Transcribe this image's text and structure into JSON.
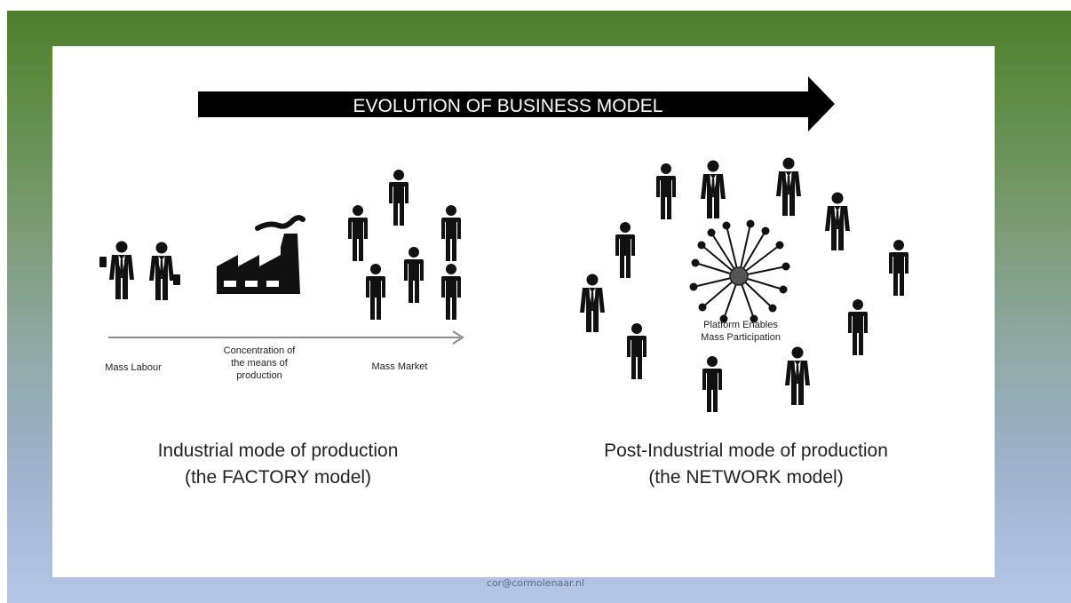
{
  "banner": {
    "title": "EVOLUTION OF BUSINESS MODEL"
  },
  "industrial": {
    "labels": {
      "mass_labour": "Mass Labour",
      "concentration_line1": "Concentration of",
      "concentration_line2": "the means of",
      "concentration_line3": "production",
      "mass_market": "Mass Market"
    },
    "caption_line1": "Industrial mode of production",
    "caption_line2": "(the FACTORY model)"
  },
  "network": {
    "platform_line1": "Platform Enables",
    "platform_line2": "Mass Participation",
    "caption_line1": "Post-Industrial mode of production",
    "caption_line2": "(the NETWORK model)"
  },
  "footer": {
    "email": "cor@cormolenaar.nl"
  },
  "colors": {
    "header_green": "#4e7d2d",
    "footer_blue": "#b6c6e6",
    "ink": "#111111"
  },
  "icons": [
    "person-icon",
    "businessman-icon",
    "factory-icon",
    "network-hub-icon",
    "arrow-right-icon"
  ]
}
